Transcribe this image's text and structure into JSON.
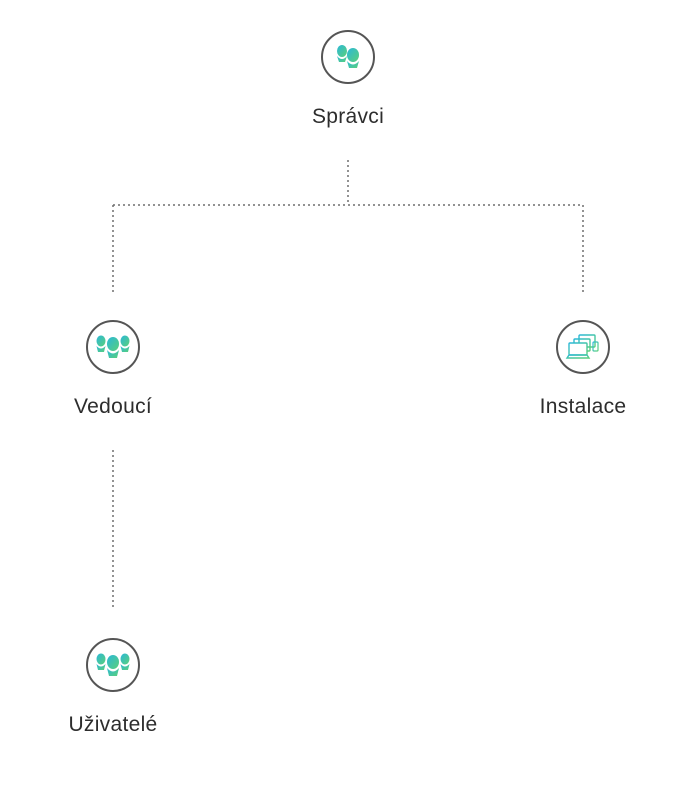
{
  "diagram": {
    "nodes": [
      {
        "id": "spravci",
        "label": "Správci",
        "icon": "two-users-icon"
      },
      {
        "id": "vedouci",
        "label": "Vedoucí",
        "icon": "three-users-icon"
      },
      {
        "id": "instalace",
        "label": "Instalace",
        "icon": "devices-icon"
      },
      {
        "id": "uzivatele",
        "label": "Uživatelé",
        "icon": "three-users-icon"
      }
    ],
    "edges": [
      {
        "from": "spravci",
        "to": "vedouci"
      },
      {
        "from": "spravci",
        "to": "instalace"
      },
      {
        "from": "vedouci",
        "to": "uzivatele"
      }
    ]
  },
  "colors": {
    "icon_gradient_start": "#2bb8d8",
    "icon_gradient_end": "#5ad07a",
    "circle_border": "#555555",
    "connector": "#6e6e6e"
  }
}
